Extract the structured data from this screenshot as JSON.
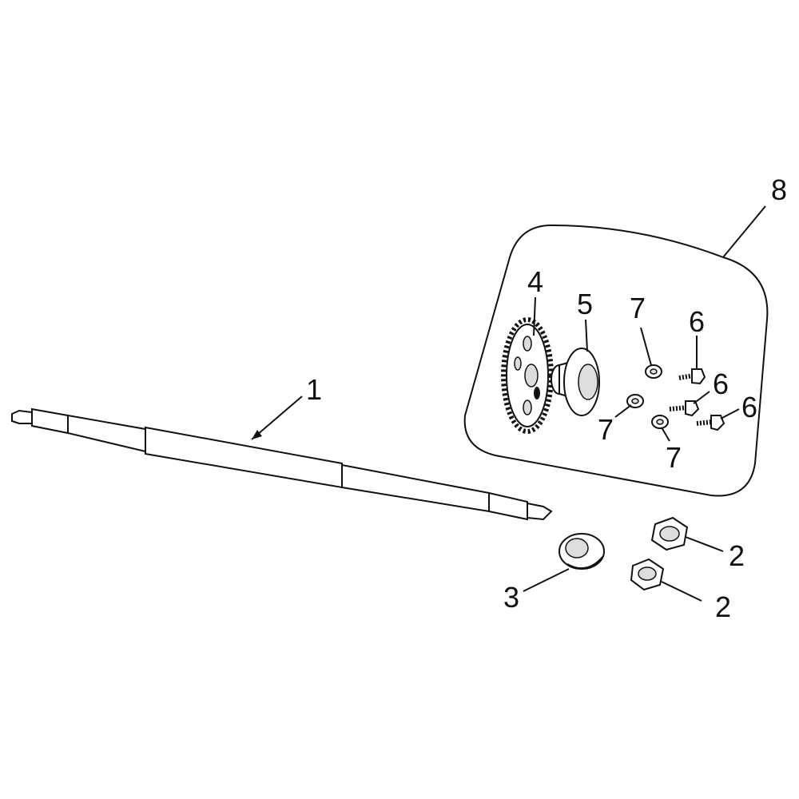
{
  "diagram": {
    "type": "exploded parts view",
    "colors": {
      "line": "#111111",
      "background": "#ffffff",
      "shade": "#dddddd"
    },
    "callouts": {
      "axle": "1",
      "nut_upper": "2",
      "nut_lower": "2",
      "spacer": "3",
      "sprocket": "4",
      "hub": "5",
      "bolt_a": "6",
      "bolt_b": "6",
      "bolt_c": "6",
      "washer_a": "7",
      "washer_b": "7",
      "washer_c": "7",
      "kit": "8"
    }
  }
}
